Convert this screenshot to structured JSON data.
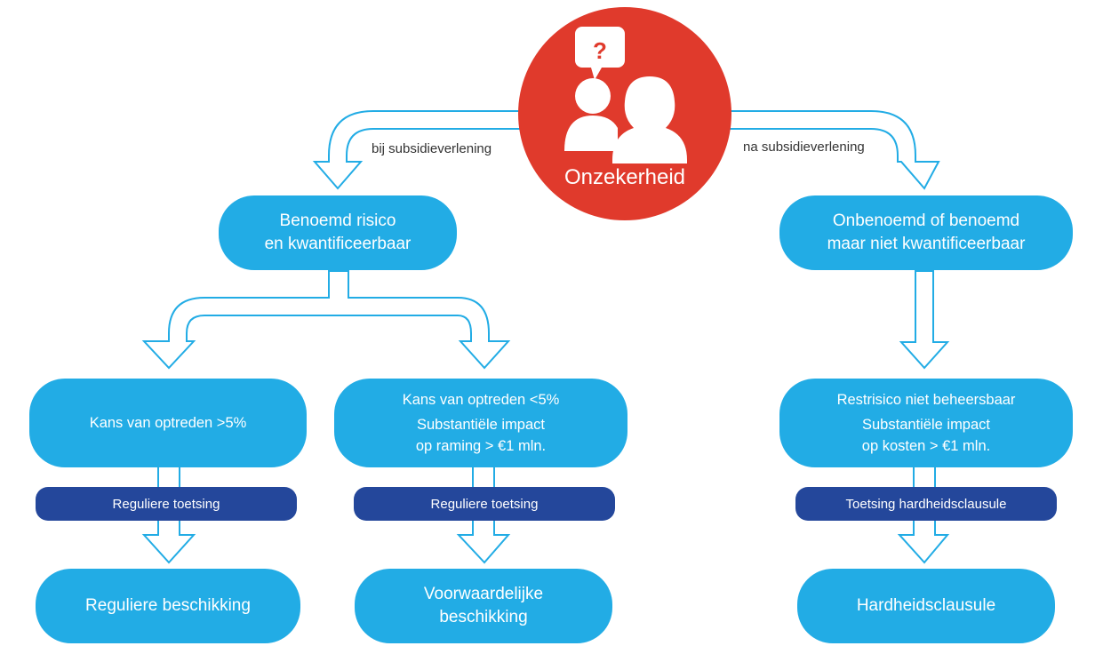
{
  "center": {
    "label": "Onzekerheid",
    "icon": "people-question-icon",
    "color": "#e03a2c"
  },
  "edges": {
    "left_label": "bij subsidieverlening",
    "right_label": "na subsidieverlening"
  },
  "branch_left": {
    "title": [
      "Benoemd risico",
      "en kwantificeerbaar"
    ],
    "option_a": {
      "condition": [
        "Kans van optreden >5%"
      ],
      "review": "Reguliere toetsing",
      "outcome": [
        "Reguliere beschikking"
      ]
    },
    "option_b": {
      "condition": [
        "Kans van optreden <5%",
        "Substantiële impact",
        "op raming > €1 mln."
      ],
      "review": "Reguliere toetsing",
      "outcome": [
        "Voorwaardelijke",
        "beschikking"
      ]
    }
  },
  "branch_right": {
    "title": [
      "Onbenoemd of benoemd",
      "maar niet kwantificeerbaar"
    ],
    "condition": [
      "Restrisico niet beheersbaar",
      "Substantiële impact",
      "op kosten  > €1 mln."
    ],
    "review": "Toetsing hardheidsclausule",
    "outcome": [
      "Hardheidsclausule"
    ]
  },
  "colors": {
    "pill": "#22ace5",
    "bar": "#24479b",
    "arrow": "#22ace5",
    "center": "#e03a2c"
  }
}
